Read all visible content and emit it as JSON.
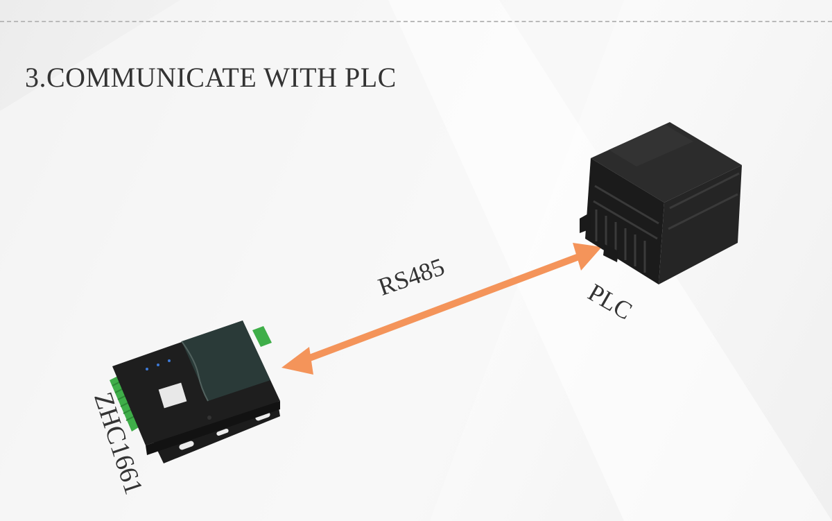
{
  "title": "3.COMMUNICATE WITH PLC",
  "link_label": "RS485",
  "devices": {
    "plc": {
      "label": "PLC"
    },
    "gateway": {
      "label": "ZHC1661"
    }
  },
  "colors": {
    "arrow": "#f4945a",
    "device_body": "#1e1e1e",
    "terminal_green": "#3fae49",
    "text": "#333333"
  }
}
